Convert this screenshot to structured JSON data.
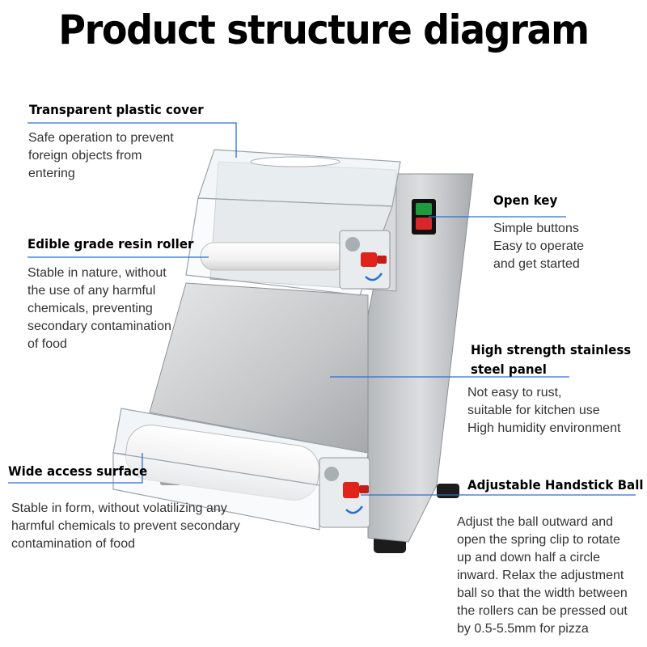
{
  "title": "Product structure diagram",
  "features": {
    "cover": {
      "label": "Transparent plastic cover",
      "desc": [
        "Safe operation to prevent",
        "foreign objects from",
        "entering"
      ]
    },
    "roller": {
      "label": "Edible grade resin roller",
      "desc": [
        "Stable in nature, without",
        "the use of any harmful",
        "chemicals, preventing",
        "secondary contamination",
        "of food"
      ]
    },
    "access": {
      "label": "Wide access surface",
      "desc": [
        "Stable in form, without volatilizing any",
        "harmful chemicals to prevent secondary",
        "contamination of food"
      ]
    },
    "openkey": {
      "label": "Open key",
      "desc": [
        "Simple buttons",
        "Easy to operate",
        "and get started"
      ]
    },
    "panel": {
      "label_line1": "High strength stainless",
      "label_line2": "steel panel",
      "desc": [
        "Not easy to rust,",
        "suitable for kitchen use",
        "High humidity environment"
      ]
    },
    "handstick": {
      "label": "Adjustable Handstick Ball",
      "desc": [
        "Adjust the ball outward and",
        "open the spring clip to rotate",
        "up and down half a circle",
        "inward. Relax the adjustment",
        "ball so that the width between",
        "the rollers can be pressed out",
        "by 0.5-5.5mm for pizza"
      ]
    }
  },
  "colors": {
    "callout_line": "#2a6fd6",
    "steel": "#c9cbcd",
    "adjust_knob": "#e0241b",
    "switch_green": "#1f9a3d",
    "switch_red": "#d8262a"
  }
}
